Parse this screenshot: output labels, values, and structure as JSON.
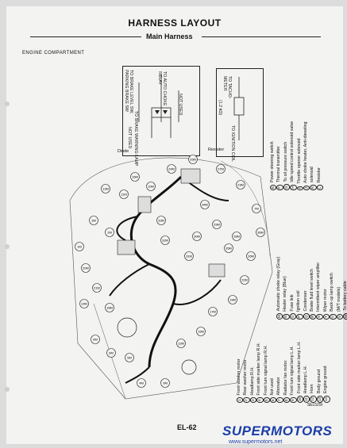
{
  "header": {
    "title": "HARNESS LAYOUT",
    "subtitle": "Main Harness"
  },
  "section": "ENGINE COMPARTMENT",
  "inset_left": {
    "label1": "TO BRAKE LEVEL SW,",
    "label2": "PARKING BRAKE SW",
    "label3": "TO AUTO CHOKE",
    "label4": "RELAY",
    "label5": "TO BRAKE WARNING LAMP",
    "label6": "NOT USED",
    "label7": "NOT USED",
    "caption": "Diode"
  },
  "inset_right": {
    "label1": "TO TACHO-",
    "label2": "METER",
    "label3": "(1.2 kΩ)",
    "label4": "TO IGNITION COIL",
    "caption": "Resistor"
  },
  "legend_upper": [
    {
      "code": "E",
      "text": "Power steering switch"
    },
    {
      "code": "F",
      "text": "Thermal transmitter"
    },
    {
      "code": "G",
      "text": "To oil pressure switch"
    },
    {
      "code": "H",
      "text": "Idle speed control solenoid valve"
    },
    {
      "code": "I",
      "text": "Throttle opener solenoid"
    },
    {
      "code": "J",
      "text": "Auto choke heater, Anti-dieseling"
    },
    {
      "code": "K",
      "text": "solenoid"
    },
    {
      "code": "L",
      "text": "Resistor"
    }
  ],
  "legend_middle": [
    {
      "code": "M",
      "text": "Automatic choke relay (Gray)"
    },
    {
      "code": "N",
      "text": "Heater relay (Blue)"
    },
    {
      "code": "O",
      "text": "Fuse link"
    },
    {
      "code": "P",
      "text": "Ignition coil"
    },
    {
      "code": "Q",
      "text": "Condenser"
    },
    {
      "code": "R",
      "text": "Brake fluid level switch"
    },
    {
      "code": "S",
      "text": "Intermittent wiper amplifier"
    },
    {
      "code": "T",
      "text": "Wiper motor"
    },
    {
      "code": "U",
      "text": "Back-up lamp switch"
    },
    {
      "code": "V",
      "text": "(M/T models)"
    },
    {
      "code": "W",
      "text": "To battery cable"
    },
    {
      "code": "X",
      "text": "(A/T models)"
    }
  ],
  "legend_lower": [
    {
      "code": "1",
      "text": "Front washer motor"
    },
    {
      "code": "2",
      "text": "Rear washer motor"
    },
    {
      "code": "3",
      "text": "Headlamp R.H."
    },
    {
      "code": "4",
      "text": "Front side marker lamp R.H."
    },
    {
      "code": "5",
      "text": "Front turn signal lamp R.H."
    },
    {
      "code": "6",
      "text": "Not used"
    },
    {
      "code": "7",
      "text": "Alternator"
    },
    {
      "code": "8",
      "text": "Radiator fan motor"
    },
    {
      "code": "9",
      "text": "Front turn signal lamp L.H."
    },
    {
      "code": "10",
      "text": "Front side marker lamp L.H."
    },
    {
      "code": "11",
      "text": "Headlamp L.H."
    },
    {
      "code": "12",
      "text": "Horn"
    },
    {
      "code": "13",
      "text": "Body ground"
    },
    {
      "code": "14",
      "text": "Engine ground"
    }
  ],
  "callouts": [
    "13M",
    "11M",
    "10M",
    "24M",
    "16M",
    "25M",
    "27M",
    "23M",
    "7M",
    "3M",
    "2M",
    "1M",
    "20M",
    "21M",
    "18M",
    "14M",
    "8M",
    "6M",
    "5M",
    "4M",
    "9M",
    "12M",
    "15M",
    "17M",
    "19M",
    "22M",
    "26M",
    "28M",
    "29M",
    "30M",
    "31M",
    "32M",
    "33M",
    "34M",
    "35M",
    "36M"
  ],
  "footer": {
    "figure_code": "SEL529I",
    "page": "EL-62",
    "watermark_brand": "SUPERMOTORS",
    "watermark_url": "www.supermotors.net"
  }
}
